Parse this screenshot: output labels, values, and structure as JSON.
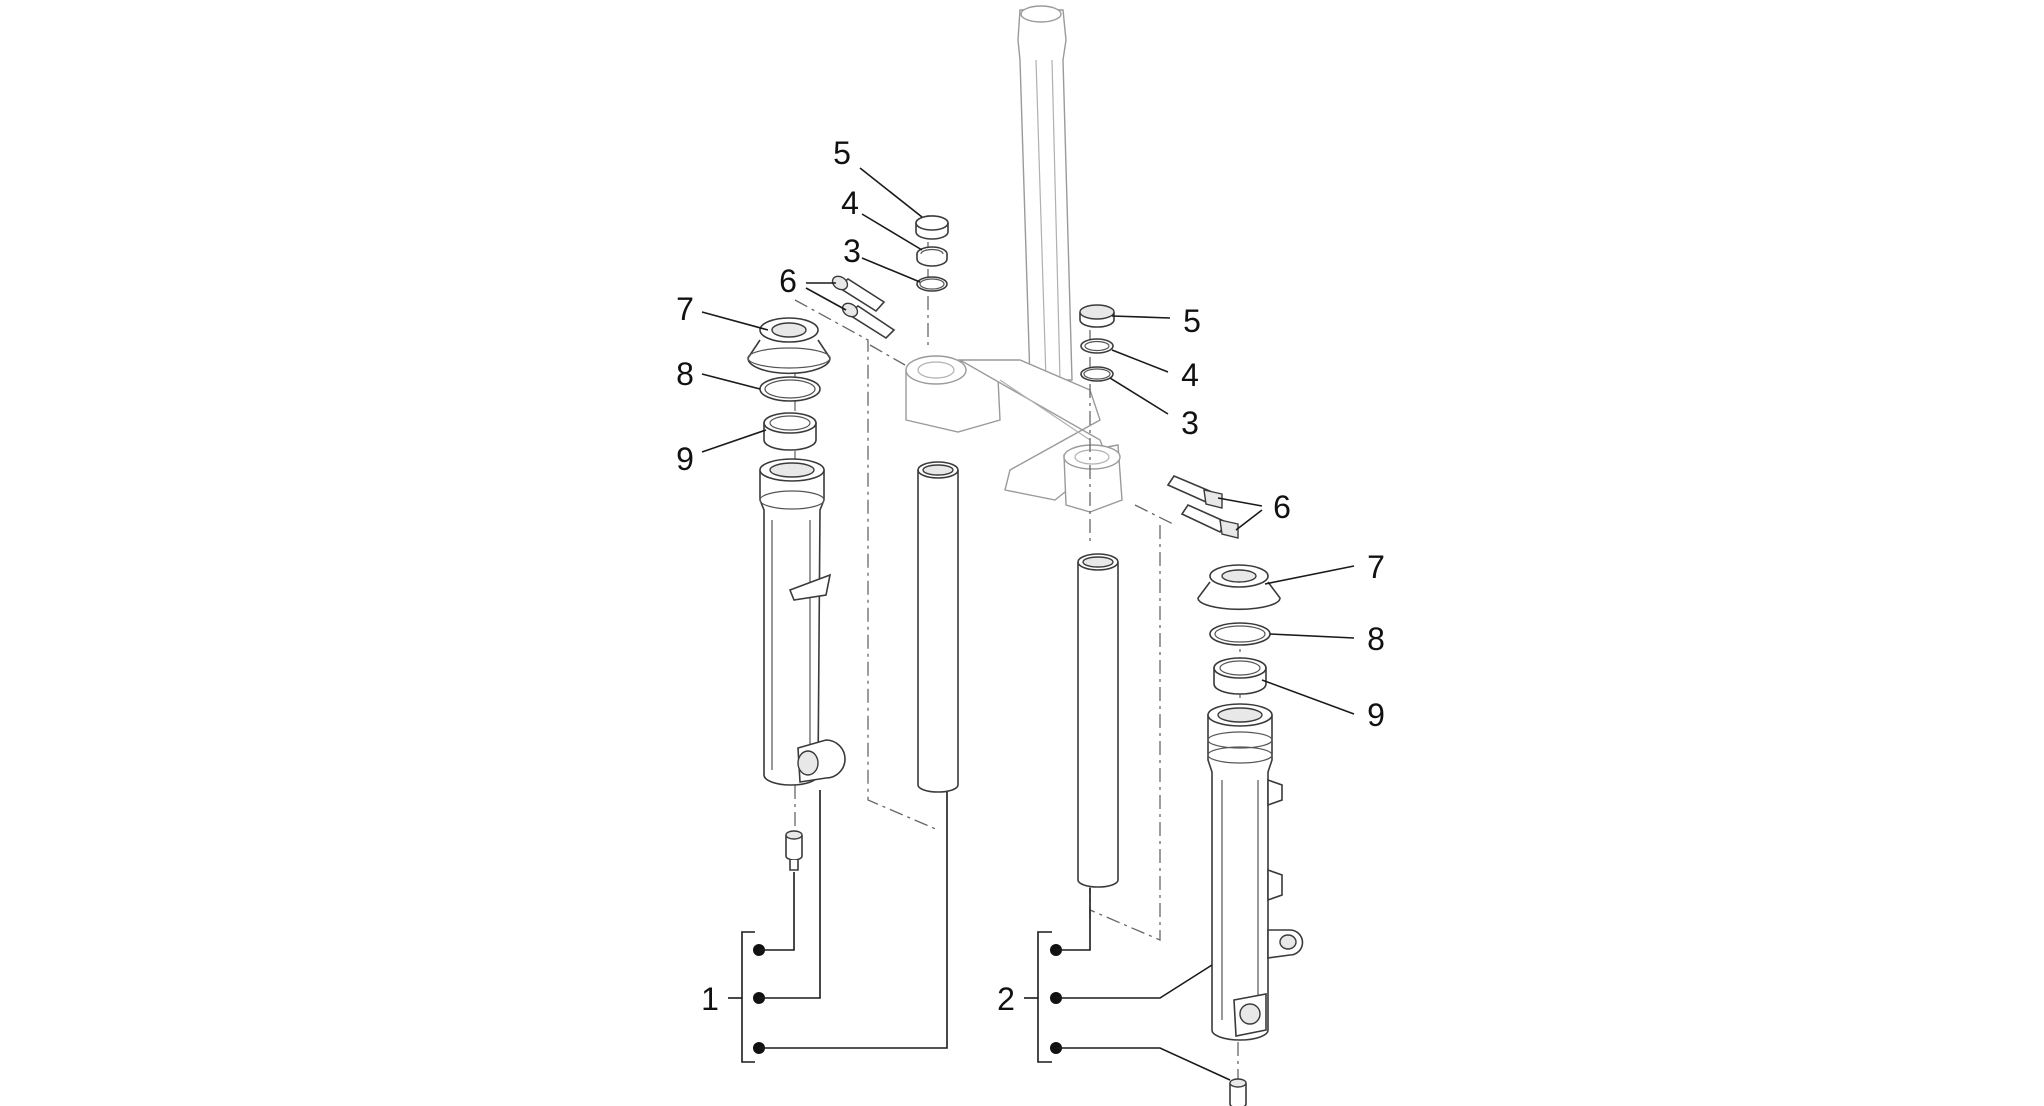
{
  "callouts": {
    "left": {
      "c1": "1",
      "c3": "3",
      "c4": "4",
      "c5": "5",
      "c6": "6",
      "c7": "7",
      "c8": "8",
      "c9": "9"
    },
    "right": {
      "c2": "2",
      "c3": "3",
      "c4": "4",
      "c5": "5",
      "c6": "6",
      "c7": "7",
      "c8": "8",
      "c9": "9"
    }
  },
  "colors": {
    "line": "#1a1a1a",
    "ghost": "#9a9a9a",
    "fill": "#ffffff"
  }
}
